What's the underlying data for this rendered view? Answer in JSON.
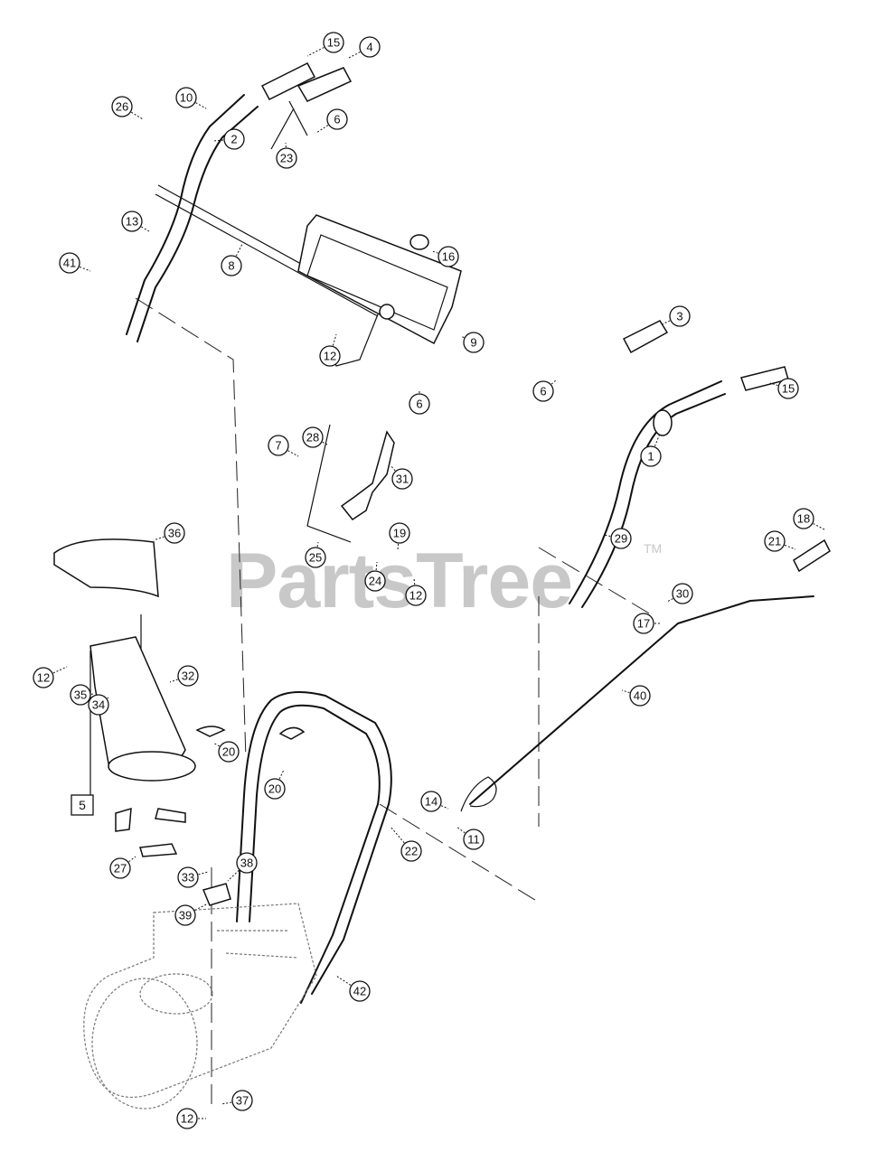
{
  "watermark": {
    "text": "PartsTree",
    "trademark": "TM"
  },
  "diagram": {
    "box_label": "5",
    "callouts": [
      "15",
      "4",
      "10",
      "26",
      "2",
      "6",
      "23",
      "13",
      "8",
      "16",
      "41",
      "12",
      "9",
      "3",
      "6",
      "15",
      "1",
      "7",
      "28",
      "31",
      "6",
      "19",
      "25",
      "24",
      "12",
      "29",
      "18",
      "21",
      "36",
      "30",
      "17",
      "32",
      "12",
      "35",
      "34",
      "40",
      "20",
      "20",
      "14",
      "11",
      "22",
      "33",
      "38",
      "27",
      "39",
      "42",
      "37",
      "12"
    ]
  }
}
